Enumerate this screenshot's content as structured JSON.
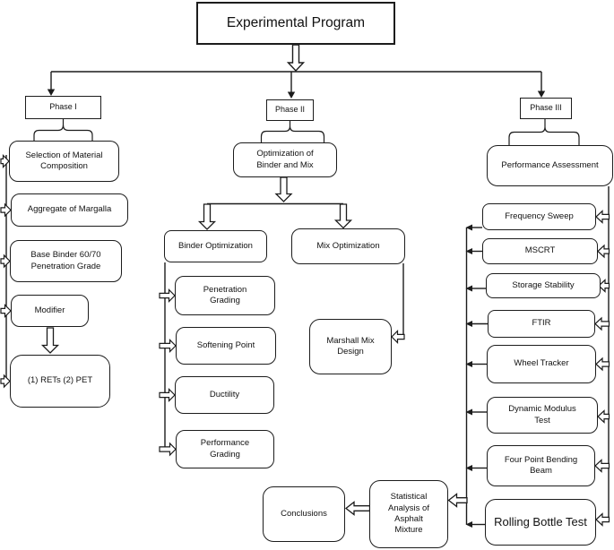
{
  "root_label": "Experimental Program",
  "phase1": {
    "label": "Phase I",
    "items": [
      "Selection of Material Composition",
      "Aggregate of Margalla",
      "Base Binder 60/70 Penetration Grade",
      "Modifier",
      "(1) RETs (2) PET"
    ]
  },
  "phase2": {
    "label": "Phase II",
    "header": "Optimization of Binder and Mix",
    "binder": {
      "label": "Binder Optimization",
      "tests": [
        "Penetration Grading",
        "Softening Point",
        "Ductility",
        "Performance Grading"
      ]
    },
    "mix": {
      "label": "Mix Optimization",
      "item": "Marshall Mix Design"
    }
  },
  "phase3": {
    "label": "Phase III",
    "header": "Performance Assessment",
    "tests": [
      "Frequency Sweep",
      "MSCRT",
      "Storage Stability",
      "FTIR",
      "Wheel Tracker",
      "Dynamic Modulus Test",
      "Four Point Bending Beam",
      "Rolling Bottle Test"
    ]
  },
  "analysis": {
    "statistical": "Statistical Analysis of Asphalt Mixture",
    "conclusions": "Conclusions"
  },
  "colors": {
    "stroke": "#1c1c1c",
    "background": "#ffffff"
  }
}
